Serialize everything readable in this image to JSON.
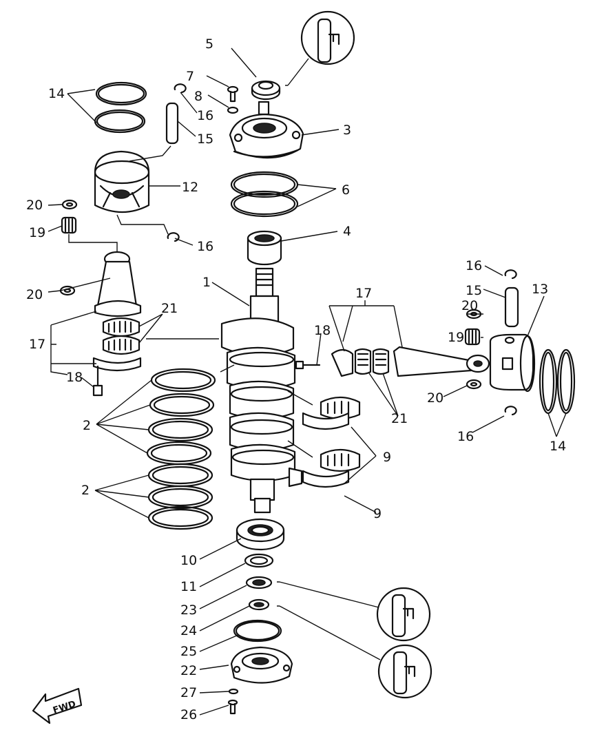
{
  "callouts": {
    "c1": "1",
    "c2a": "2",
    "c2b": "2",
    "c3": "3",
    "c4": "4",
    "c5": "5",
    "c6": "6",
    "c7": "7",
    "c8": "8",
    "c9a": "9",
    "c9b": "9",
    "c10": "10",
    "c11": "11",
    "c12": "12",
    "c13": "13",
    "c14a": "14",
    "c14b": "14",
    "c15a": "15",
    "c15b": "15",
    "c16a": "16",
    "c16b": "16",
    "c16c": "16",
    "c16d": "16",
    "c17a": "17",
    "c17b": "17",
    "c18a": "18",
    "c18b": "18",
    "c19a": "19",
    "c19b": "19",
    "c20a": "20",
    "c20b": "20",
    "c20c": "20",
    "c20d": "20",
    "c21a": "21",
    "c21b": "21",
    "c22": "22",
    "c23": "23",
    "c24": "24",
    "c25": "25",
    "c26": "26",
    "c27": "27"
  },
  "fwd_label": "FWD",
  "icons": [
    "grease-apply-icon",
    "fwd-arrow-icon"
  ]
}
